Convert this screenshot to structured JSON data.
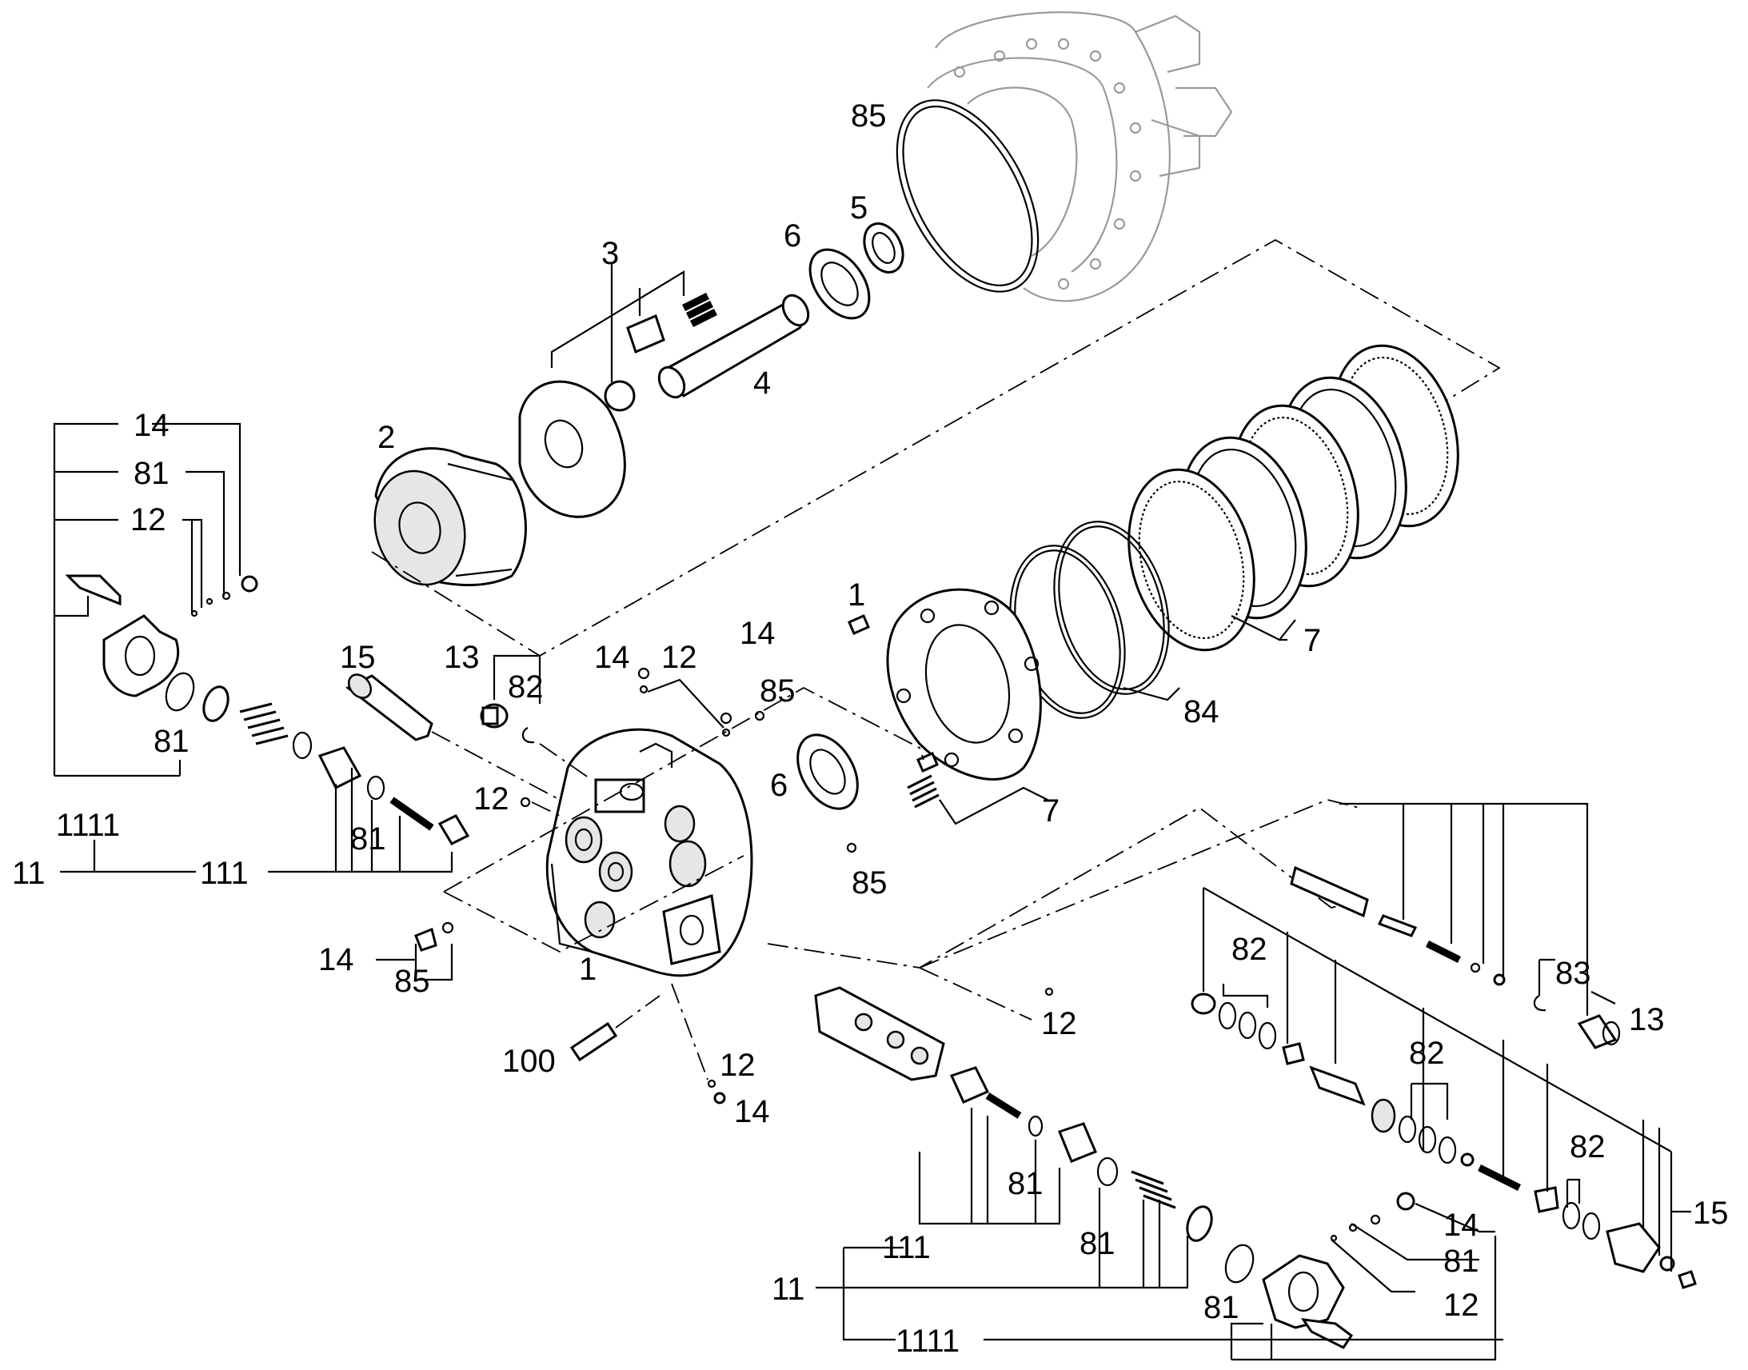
{
  "labels": {
    "l85_top": "85",
    "l5": "5",
    "l6_top": "6",
    "l3": "3",
    "l4": "4",
    "l2": "2",
    "l1_right": "1",
    "l7_upper": "7",
    "l84": "84",
    "l7_lower": "7",
    "l6_mid": "6",
    "l85_mid": "85",
    "l85_small": "85",
    "l14_upper": "14",
    "l12_upper": "12",
    "l14_upper2": "14",
    "l13_left": "13",
    "l82_left": "82",
    "l15_left": "15",
    "l12_mid": "12",
    "l1_center": "1",
    "l14_tl": "14",
    "l81_tl": "81",
    "l12_tl": "12",
    "l81_left_a": "81",
    "l81_left_b": "81",
    "l1111_left": "1111",
    "l11_left": "11",
    "l111_left": "111",
    "l14_bl": "14",
    "l85_bl": "85",
    "l100": "100",
    "l12_bot": "12",
    "l14_bot": "14",
    "l12_right": "12",
    "l82_r1": "82",
    "l83": "83",
    "l13_right": "13",
    "l82_r2": "82",
    "l82_r3": "82",
    "l15_right": "15",
    "l81_br_a": "81",
    "l81_br_b": "81",
    "l111_right": "111",
    "l11_right": "11",
    "l81_br_c": "81",
    "l1111_right": "1111",
    "l14_br": "14",
    "l81_br_d": "81",
    "l12_br": "12"
  },
  "colors": {
    "line": "#000000",
    "ghost": "#9a9a9a",
    "background": "#ffffff"
  }
}
